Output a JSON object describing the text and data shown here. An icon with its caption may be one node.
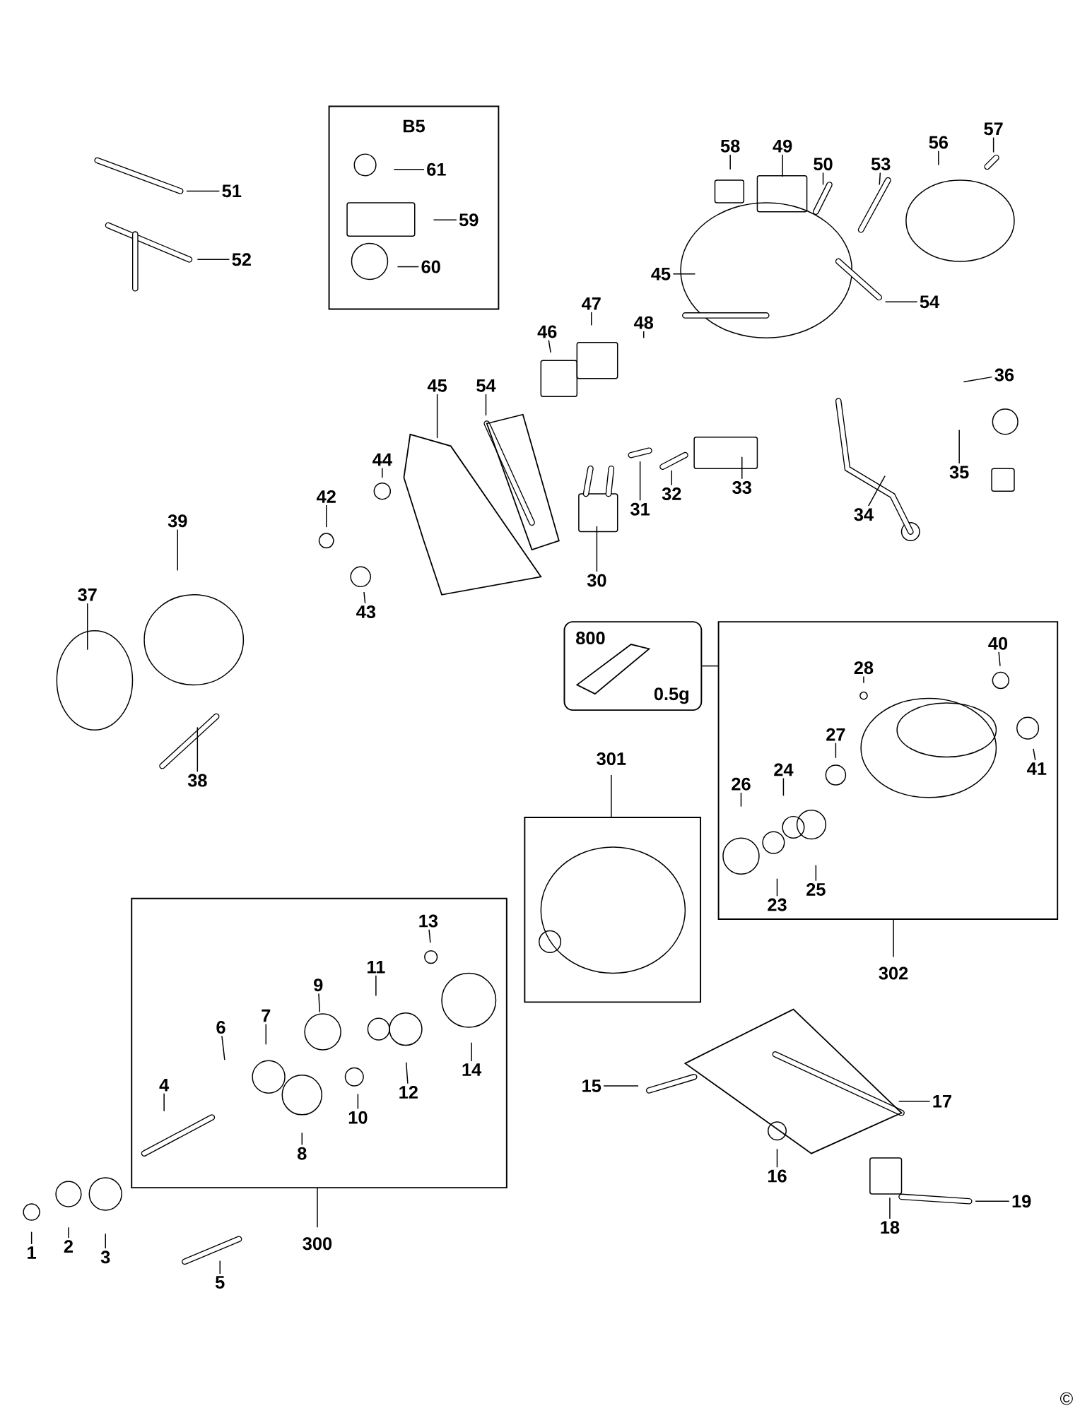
{
  "diagram": {
    "nodes": [
      {
        "text": [
          "51"
        ]
      },
      {
        "text": [
          "52"
        ]
      },
      {
        "text": [
          "B5"
        ]
      },
      {
        "text": [
          "61"
        ],
        "in": 2
      },
      {
        "text": [
          "59"
        ],
        "in": 2
      },
      {
        "text": [
          "60"
        ],
        "in": 2
      },
      {
        "text": [
          "57"
        ]
      },
      {
        "text": [
          "58"
        ]
      },
      {
        "text": [
          "49"
        ]
      },
      {
        "text": [
          "56"
        ]
      },
      {
        "text": [
          "50"
        ]
      },
      {
        "text": [
          "53"
        ]
      },
      {
        "text": [
          "45"
        ]
      },
      {
        "text": [
          "47"
        ]
      },
      {
        "text": [
          "54"
        ]
      },
      {
        "text": [
          "46"
        ]
      },
      {
        "text": [
          "48"
        ]
      },
      {
        "text": [
          "36"
        ]
      },
      {
        "text": [
          "45"
        ]
      },
      {
        "text": [
          "54"
        ]
      },
      {
        "text": [
          "44"
        ]
      },
      {
        "text": [
          "35"
        ]
      },
      {
        "text": [
          "33"
        ]
      },
      {
        "text": [
          "32"
        ]
      },
      {
        "text": [
          "42"
        ]
      },
      {
        "text": [
          "34"
        ]
      },
      {
        "text": [
          "31"
        ]
      },
      {
        "text": [
          "39"
        ]
      },
      {
        "text": [
          "30"
        ]
      },
      {
        "text": [
          "37"
        ]
      },
      {
        "text": [
          "43"
        ]
      },
      {
        "text": [
          "800",
          "0.5g"
        ]
      },
      {
        "text": [
          "302"
        ]
      },
      {
        "text": [
          "40"
        ],
        "in": 32
      },
      {
        "text": [
          "28"
        ],
        "in": 32
      },
      {
        "text": [
          "27"
        ],
        "in": 32
      },
      {
        "text": [
          "41"
        ],
        "in": 32
      },
      {
        "text": [
          "24"
        ],
        "in": 32
      },
      {
        "text": [
          "26"
        ],
        "in": 32
      },
      {
        "text": [
          "25"
        ],
        "in": 32
      },
      {
        "text": [
          "23"
        ],
        "in": 32
      },
      {
        "text": [
          "301"
        ]
      },
      {
        "text": [
          "38"
        ]
      },
      {
        "text": [
          "300"
        ]
      },
      {
        "text": [
          "13"
        ],
        "in": 43
      },
      {
        "text": [
          "11"
        ],
        "in": 43
      },
      {
        "text": [
          "9"
        ],
        "in": 43
      },
      {
        "text": [
          "6"
        ],
        "in": 43
      },
      {
        "text": [
          "7"
        ],
        "in": 43
      },
      {
        "text": [
          "14"
        ],
        "in": 43
      },
      {
        "text": [
          "12"
        ],
        "in": 43
      },
      {
        "text": [
          "4"
        ],
        "in": 43
      },
      {
        "text": [
          "10"
        ],
        "in": 43
      },
      {
        "text": [
          "8"
        ],
        "in": 43
      },
      {
        "text": [
          "15"
        ]
      },
      {
        "text": [
          "17"
        ]
      },
      {
        "text": [
          "16"
        ]
      },
      {
        "text": [
          "1"
        ]
      },
      {
        "text": [
          "2"
        ]
      },
      {
        "text": [
          "3"
        ]
      },
      {
        "text": [
          "18"
        ]
      },
      {
        "text": [
          "19"
        ]
      },
      {
        "text": [
          "5"
        ]
      }
    ],
    "edges": [
      {
        "from": 0,
        "to": null,
        "arrow": "none"
      },
      {
        "from": 1,
        "to": null,
        "arrow": "none"
      },
      {
        "from": 3,
        "to": null,
        "arrow": "none"
      },
      {
        "from": 4,
        "to": null,
        "arrow": "none"
      },
      {
        "from": 5,
        "to": null,
        "arrow": "none"
      },
      {
        "from": 6,
        "to": null,
        "arrow": "none"
      },
      {
        "from": 7,
        "to": null,
        "arrow": "none"
      },
      {
        "from": 8,
        "to": null,
        "arrow": "none"
      },
      {
        "from": 9,
        "to": null,
        "arrow": "none"
      },
      {
        "from": 10,
        "to": null,
        "arrow": "none"
      },
      {
        "from": 11,
        "to": null,
        "arrow": "none"
      },
      {
        "from": 12,
        "to": null,
        "arrow": "none"
      },
      {
        "from": 13,
        "to": null,
        "arrow": "none"
      },
      {
        "from": 14,
        "to": null,
        "arrow": "none"
      },
      {
        "from": 15,
        "to": null,
        "arrow": "none"
      },
      {
        "from": 16,
        "to": null,
        "arrow": "none"
      },
      {
        "from": 17,
        "to": null,
        "arrow": "none"
      },
      {
        "from": 18,
        "to": null,
        "arrow": "none"
      },
      {
        "from": 19,
        "to": null,
        "arrow": "none"
      },
      {
        "from": 20,
        "to": null,
        "arrow": "none"
      },
      {
        "from": 21,
        "to": null,
        "arrow": "none"
      },
      {
        "from": 22,
        "to": null,
        "arrow": "none"
      },
      {
        "from": 23,
        "to": null,
        "arrow": "none"
      },
      {
        "from": 24,
        "to": null,
        "arrow": "none"
      },
      {
        "from": 25,
        "to": null,
        "arrow": "none"
      },
      {
        "from": 26,
        "to": null,
        "arrow": "none"
      },
      {
        "from": 27,
        "to": null,
        "arrow": "none"
      },
      {
        "from": 28,
        "to": null,
        "arrow": "none"
      },
      {
        "from": 29,
        "to": null,
        "arrow": "none"
      },
      {
        "from": 30,
        "to": null,
        "arrow": "none"
      },
      {
        "from": 31,
        "to": 32,
        "arrow": "none"
      },
      {
        "from": 33,
        "to": null,
        "arrow": "none"
      },
      {
        "from": 34,
        "to": null,
        "arrow": "none"
      },
      {
        "from": 35,
        "to": null,
        "arrow": "none"
      },
      {
        "from": 36,
        "to": null,
        "arrow": "none"
      },
      {
        "from": 37,
        "to": null,
        "arrow": "none"
      },
      {
        "from": 38,
        "to": null,
        "arrow": "none"
      },
      {
        "from": 39,
        "to": null,
        "arrow": "none"
      },
      {
        "from": 40,
        "to": null,
        "arrow": "none"
      },
      {
        "from": 42,
        "to": null,
        "arrow": "none"
      },
      {
        "from": 44,
        "to": null,
        "arrow": "none"
      },
      {
        "from": 45,
        "to": null,
        "arrow": "none"
      },
      {
        "from": 46,
        "to": null,
        "arrow": "none"
      },
      {
        "from": 47,
        "to": null,
        "arrow": "none"
      },
      {
        "from": 48,
        "to": null,
        "arrow": "none"
      },
      {
        "from": 49,
        "to": null,
        "arrow": "none"
      },
      {
        "from": 50,
        "to": null,
        "arrow": "none"
      },
      {
        "from": 51,
        "to": null,
        "arrow": "none"
      },
      {
        "from": 52,
        "to": null,
        "arrow": "none"
      },
      {
        "from": 53,
        "to": null,
        "arrow": "none"
      },
      {
        "from": 54,
        "to": null,
        "arrow": "none"
      },
      {
        "from": 55,
        "to": null,
        "arrow": "none"
      },
      {
        "from": 56,
        "to": null,
        "arrow": "none"
      },
      {
        "from": 57,
        "to": null,
        "arrow": "none"
      },
      {
        "from": 58,
        "to": null,
        "arrow": "none"
      },
      {
        "from": 59,
        "to": null,
        "arrow": "none"
      },
      {
        "from": 60,
        "to": null,
        "arrow": "none"
      },
      {
        "from": 61,
        "to": null,
        "arrow": "none"
      },
      {
        "from": 62,
        "to": null,
        "arrow": "none"
      }
    ],
    "labels": [
      "©"
    ]
  }
}
